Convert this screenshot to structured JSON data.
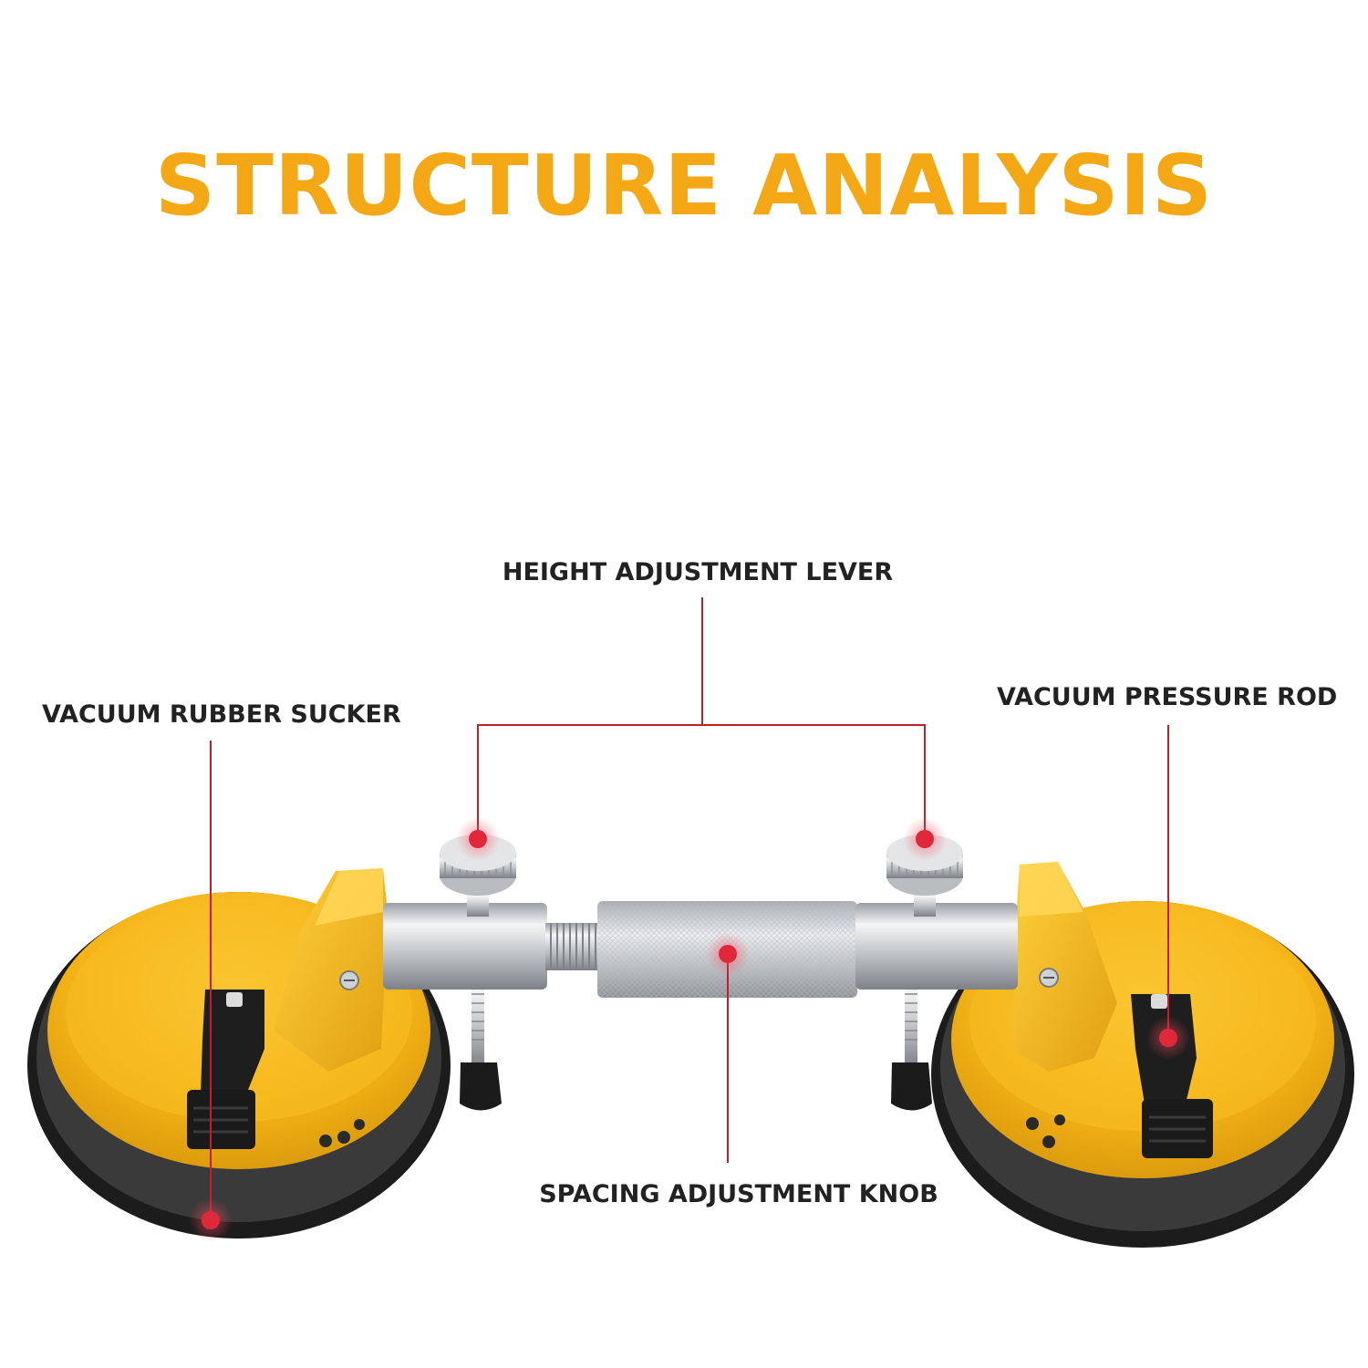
{
  "title": "STRUCTURE ANALYSIS",
  "callouts": {
    "height_lever": "HEIGHT ADJUSTMENT LEVER",
    "rubber_sucker": "VACUUM RUBBER SUCKER",
    "pressure_rod": "VACUUM PRESSURE ROD",
    "spacing_knob": "SPACING ADJUSTMENT KNOB"
  },
  "colors": {
    "title": "#f5a815",
    "body_yellow": "#f4b41a",
    "leader_line": "#c21f2a",
    "marker": "#e0283a",
    "label_text": "#222222"
  }
}
